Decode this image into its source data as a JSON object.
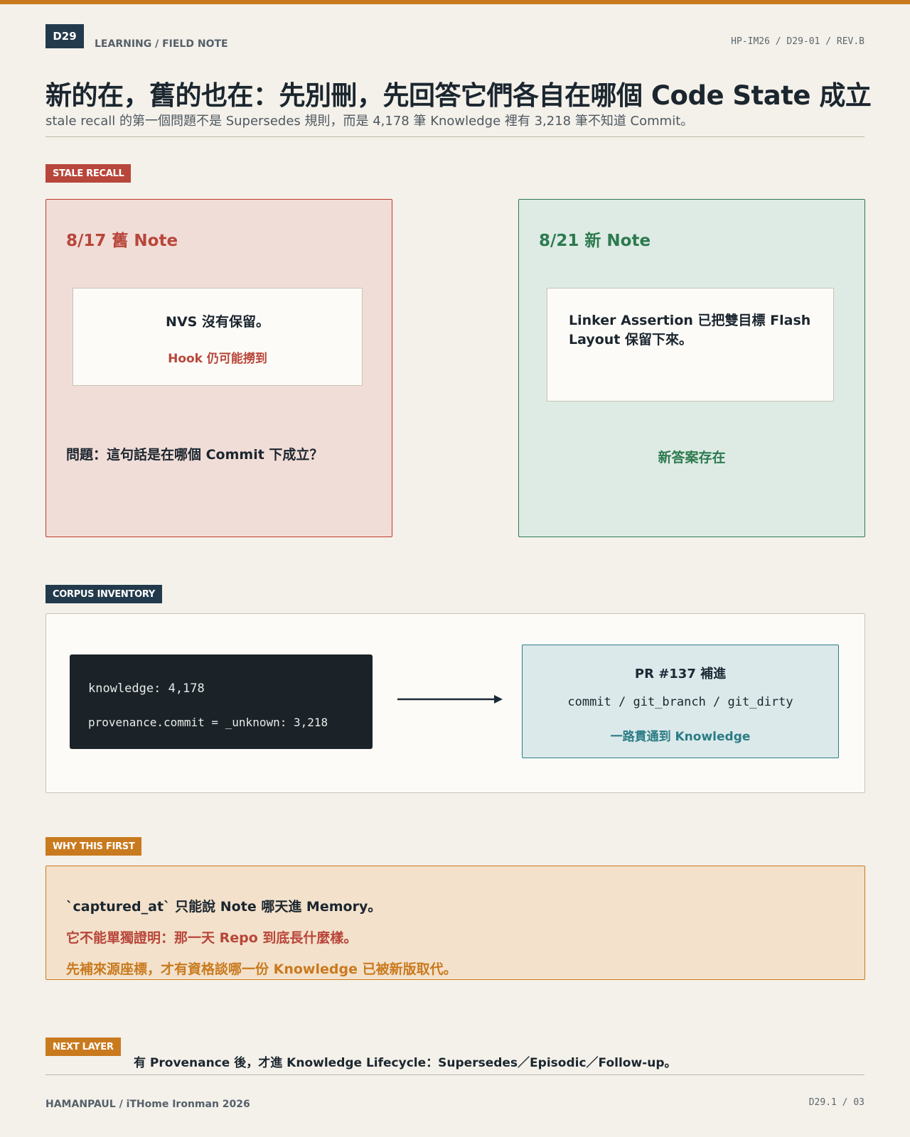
{
  "header": {
    "badge": "D29",
    "kicker": "LEARNING / FIELD NOTE",
    "doc_ref": "HP-IM26 / D29-01 / REV.B",
    "title": "新的在，舊的也在：先別刪，先回答它們各自在哪個 Code State 成立",
    "subtitle": "stale recall 的第一個問題不是 Supersedes 規則，而是 4,178 筆 Knowledge 裡有 3,218 筆不知道 Commit。"
  },
  "stale_recall": {
    "tag": "STALE RECALL",
    "old_note": {
      "heading": "8/17 舊 Note",
      "statement": "NVS 沒有保留。",
      "sub": "Hook 仍可能撈到",
      "question": "問題：這句話是在哪個 Commit 下成立？"
    },
    "new_note": {
      "heading": "8/21 新 Note",
      "statement": "Linker Assertion 已把雙目標 Flash Layout 保留下來。",
      "answer": "新答案存在"
    }
  },
  "corpus_inventory": {
    "tag": "CORPUS INVENTORY",
    "terminal_line1": "knowledge: 4,178",
    "terminal_line2": "provenance.commit = _unknown: 3,218",
    "pr_heading": "PR #137 補進",
    "pr_fields": "commit / git_branch / git_dirty",
    "pr_note": "一路貫通到 Knowledge"
  },
  "why_this_first": {
    "tag": "WHY THIS FIRST",
    "line1": "`captured_at` 只能說 Note 哪天進 Memory。",
    "line2": "它不能單獨證明：那一天 Repo 到底長什麼樣。",
    "line3": "先補來源座標，才有資格談哪一份 Knowledge 已被新版取代。"
  },
  "next_layer": {
    "tag": "NEXT LAYER",
    "text": "有 Provenance 後，才進 Knowledge Lifecycle：Supersedes／Episodic／Follow-up。"
  },
  "footer": {
    "left": "HAMANPAUL / iTHome Ironman 2026",
    "right": "D29.1 / 03"
  },
  "colors": {
    "accent": "#c97a1e",
    "navy": "#223a4c",
    "red": "#b8463a",
    "green": "#2d7a4f",
    "teal": "#2b7c86"
  }
}
